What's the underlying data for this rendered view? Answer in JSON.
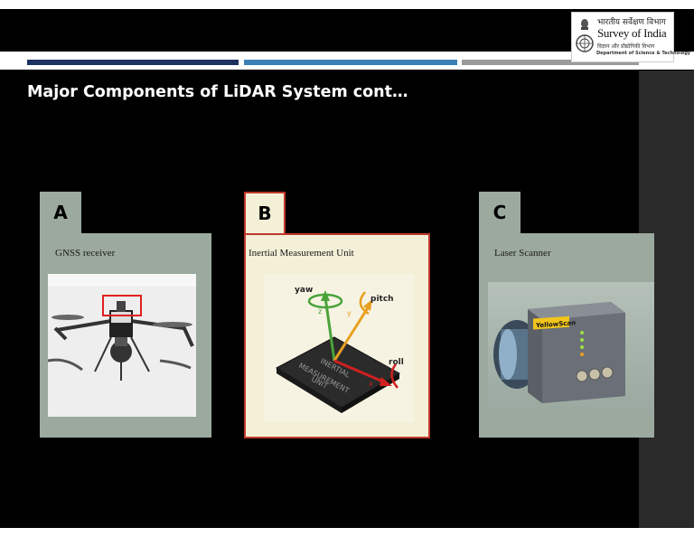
{
  "header": {
    "logo_hindi": "भारतीय सर्वेक्षण विभाग",
    "logo_title": "Survey of India",
    "logo_sub_hindi": "विज्ञान और प्रौद्योगिकी विभाग",
    "logo_sub": "Department of Science & Technology",
    "band_colors": [
      "#1c3260",
      "#3a7fb5",
      "#9a9a9a"
    ]
  },
  "slide": {
    "title": "Major Components of LiDAR System cont…"
  },
  "cards": [
    {
      "letter": "A",
      "label": "GNSS receiver",
      "image_icon": "drone-with-gnss-receiver-icon"
    },
    {
      "letter": "B",
      "label": "Inertial Measurement Unit",
      "image_icon": "imu-chip-diagram-icon",
      "diagram": {
        "yaw": "yaw",
        "pitch": "pitch",
        "roll": "roll",
        "x": "x",
        "y": "y",
        "z": "z",
        "chip_line1": "INERTIAL",
        "chip_line2": "MEASUREMENT",
        "chip_line3": "UNIT"
      }
    },
    {
      "letter": "C",
      "label": "Laser Scanner",
      "image_icon": "laser-scanner-device-icon",
      "brand": "YellowScan"
    }
  ],
  "colors": {
    "card_panel": "#9ba99e",
    "card_b_panel": "#f4f0d8",
    "card_b_border": "#c0392b",
    "slide_bg": "#000000"
  }
}
